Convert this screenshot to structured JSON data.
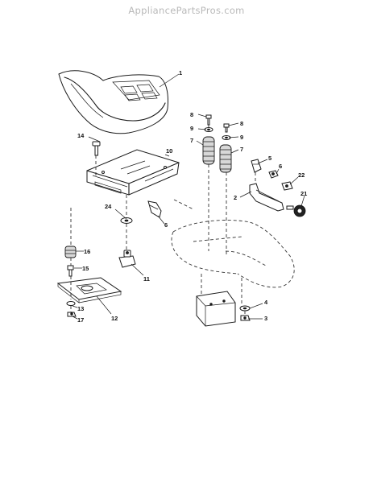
{
  "watermark": "AppliancePartsPros.com",
  "callouts": {
    "c1": "1",
    "c2": "2",
    "c3": "3",
    "c4": "4",
    "c5": "5",
    "c6a": "6",
    "c6b": "6",
    "c7a": "7",
    "c7b": "7",
    "c8a": "8",
    "c8b": "8",
    "c9a": "9",
    "c9b": "9",
    "c10": "10",
    "c11": "11",
    "c12": "12",
    "c13": "13",
    "c14": "14",
    "c15": "15",
    "c16": "16",
    "c17": "17",
    "c21": "21",
    "c22": "22",
    "c24": "24"
  }
}
